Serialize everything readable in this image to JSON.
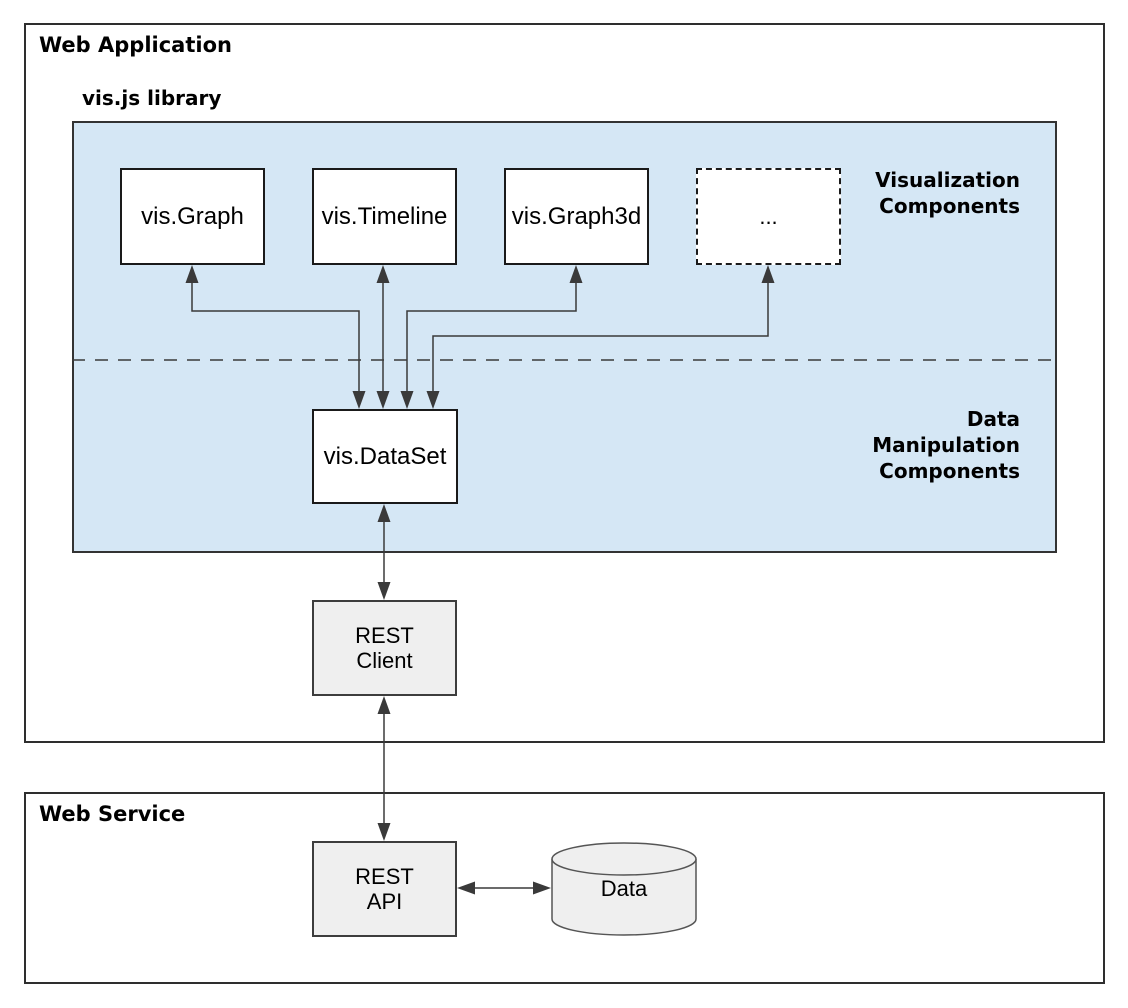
{
  "diagram": {
    "web_application": {
      "title": "Web Application"
    },
    "visjs_library": {
      "label": "vis.js library"
    },
    "web_service": {
      "title": "Web Service"
    },
    "section_labels": {
      "visualization": {
        "line1": "Visualization",
        "line2": "Components"
      },
      "data_manipulation": {
        "line1": "Data",
        "line2": "Manipulation",
        "line3": "Components"
      }
    },
    "nodes": {
      "vis_graph": {
        "label": "vis.Graph"
      },
      "vis_timeline": {
        "label": "vis.Timeline"
      },
      "vis_graph3d": {
        "label": "vis.Graph3d"
      },
      "more": {
        "label": "..."
      },
      "vis_dataset": {
        "label": "vis.DataSet"
      },
      "rest_client": {
        "line1": "REST",
        "line2": "Client"
      },
      "rest_api": {
        "line1": "REST",
        "line2": "API"
      },
      "data_store": {
        "label": "Data"
      }
    },
    "colors": {
      "panel_blue": "#d5e7f5",
      "node_gray": "#efefef",
      "node_white": "#ffffff",
      "connector_dark": "#3a3a3a"
    }
  }
}
